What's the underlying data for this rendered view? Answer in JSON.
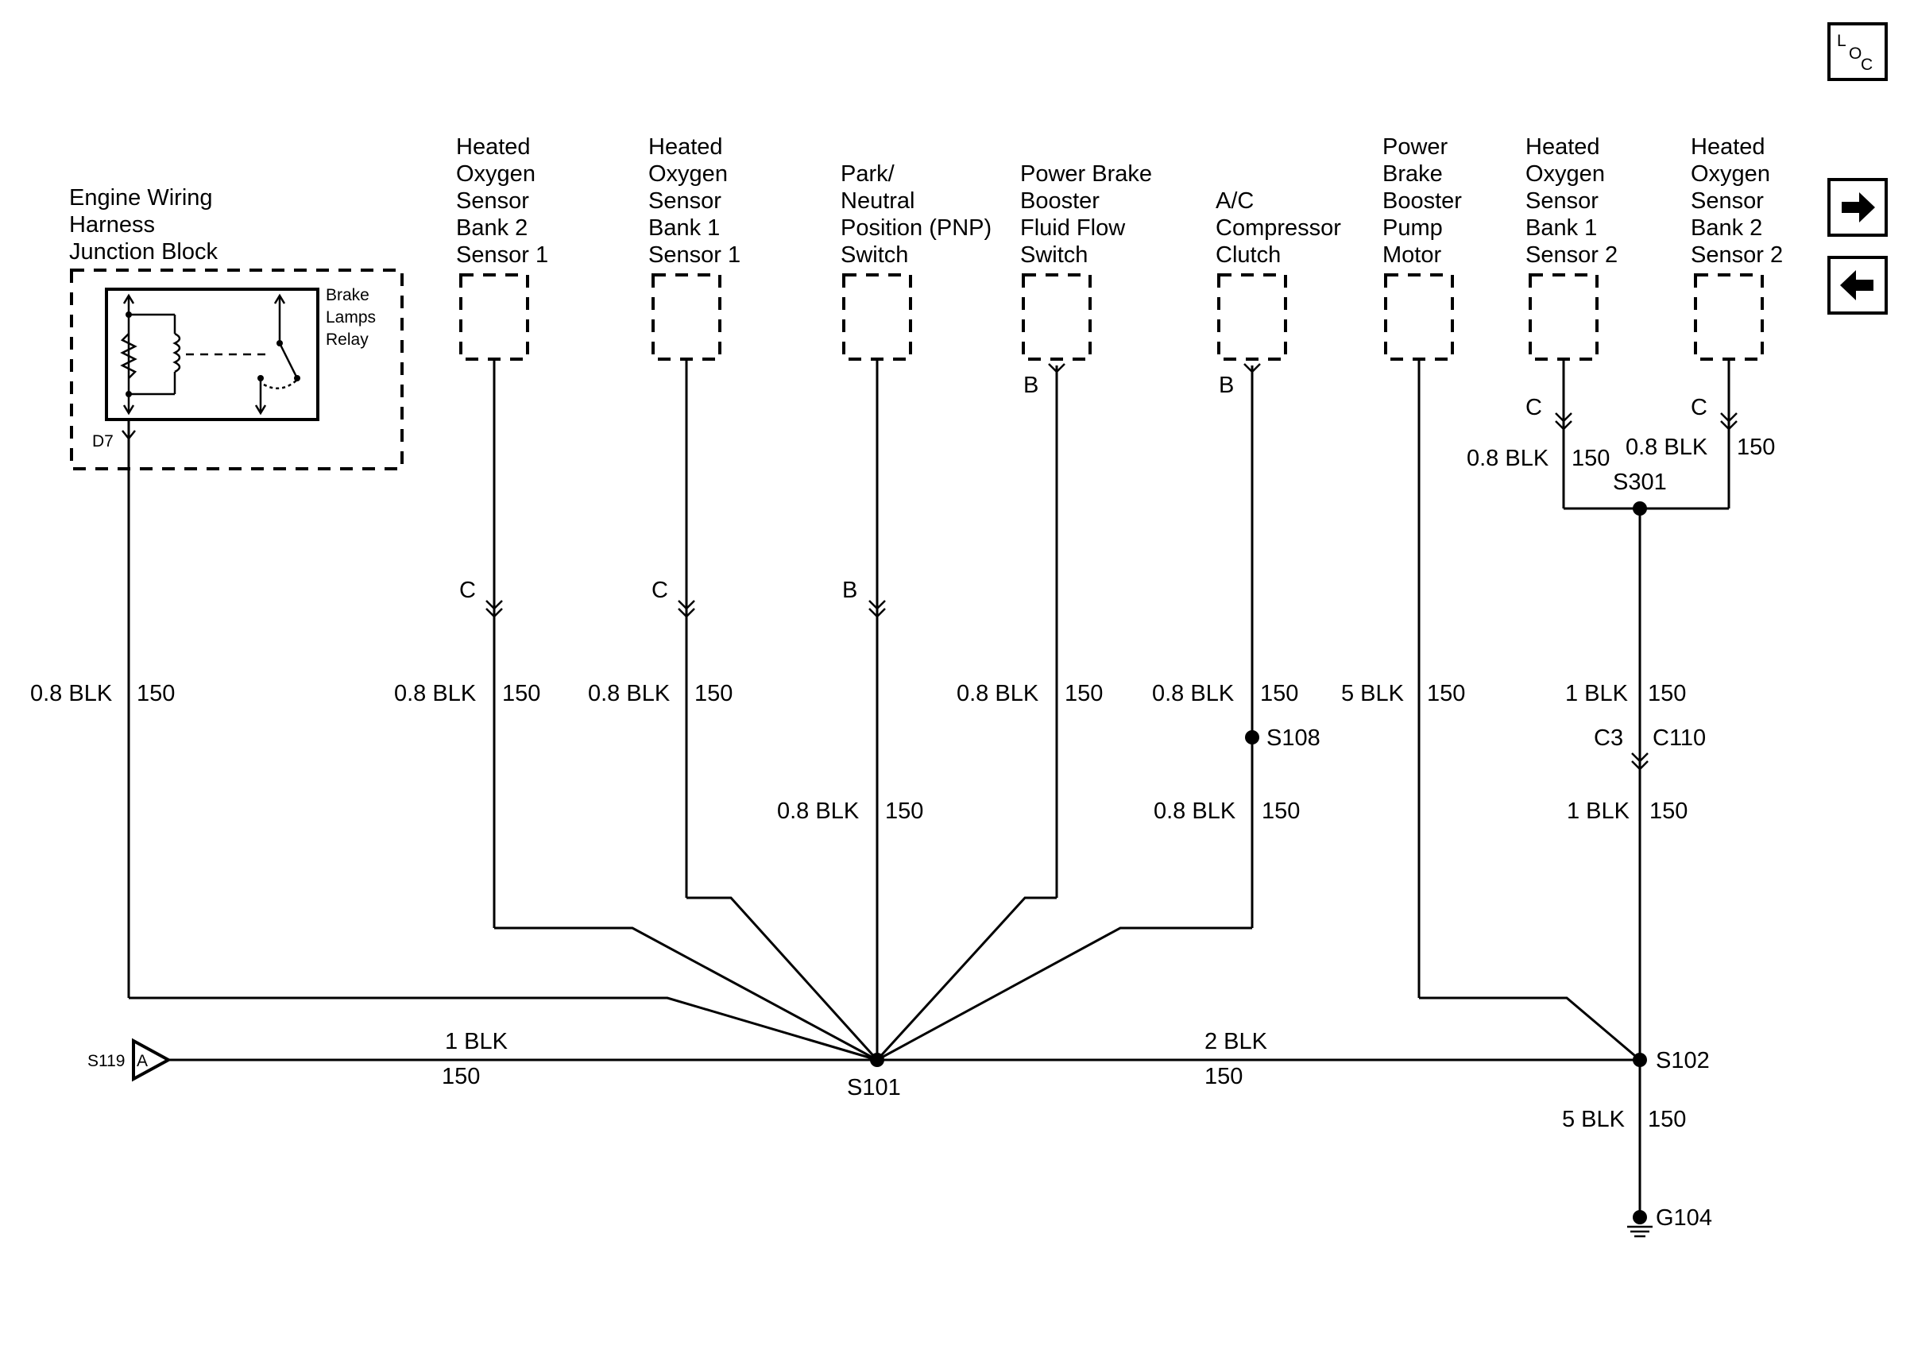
{
  "loc_icon": {
    "l": "L",
    "o": "O",
    "c": "C"
  },
  "nav": {
    "forward_icon": "arrow-right-icon",
    "back_icon": "arrow-left-icon"
  },
  "junction_block": {
    "title": [
      "Engine Wiring",
      "Harness",
      "Junction Block"
    ],
    "relay": [
      "Brake",
      "Lamps",
      "Relay"
    ],
    "pin": "D7",
    "wire": "0.8 BLK",
    "circuit": "150"
  },
  "components": [
    {
      "id": "ho2s-b2s1",
      "name": [
        "Heated",
        "Oxygen",
        "Sensor",
        "Bank 2",
        "Sensor 1"
      ],
      "connector": "C",
      "wire": "0.8 BLK",
      "circuit": "150"
    },
    {
      "id": "ho2s-b1s1",
      "name": [
        "Heated",
        "Oxygen",
        "Sensor",
        "Bank 1",
        "Sensor 1"
      ],
      "connector": "C",
      "wire": "0.8 BLK",
      "circuit": "150"
    },
    {
      "id": "pnp",
      "name": [
        "Park/",
        "Neutral",
        "Position (PNP)",
        "Switch"
      ],
      "connector": "B",
      "wire": "0.8 BLK",
      "circuit": "150"
    },
    {
      "id": "pbb-flow",
      "name": [
        "Power Brake",
        "Booster",
        "Fluid Flow",
        "Switch"
      ],
      "connector": "B",
      "wire": "0.8 BLK",
      "circuit": "150"
    },
    {
      "id": "ac-clutch",
      "name": [
        "A/C",
        "Compressor",
        "Clutch"
      ],
      "connector": "B",
      "wire": "0.8 BLK",
      "circuit": "150",
      "splice": "S108",
      "wire2": "0.8 BLK",
      "circuit2": "150"
    },
    {
      "id": "pbb-motor",
      "name": [
        "Power",
        "Brake",
        "Booster",
        "Pump",
        "Motor"
      ],
      "wire": "5 BLK",
      "circuit": "150"
    },
    {
      "id": "ho2s-b1s2",
      "name": [
        "Heated",
        "Oxygen",
        "Sensor",
        "Bank 1",
        "Sensor 2"
      ],
      "connector": "C",
      "wire": "0.8 BLK",
      "circuit": "150"
    },
    {
      "id": "ho2s-b2s2",
      "name": [
        "Heated",
        "Oxygen",
        "Sensor",
        "Bank 2",
        "Sensor 2"
      ],
      "connector": "C",
      "wire": "0.8 BLK",
      "circuit": "150"
    }
  ],
  "s301": {
    "label": "S301",
    "wire": "1 BLK",
    "circuit": "150",
    "connector_left": "C3",
    "connector_right": "C110",
    "wire2": "1 BLK",
    "circuit2": "150"
  },
  "bus": {
    "s119": "S119",
    "s119_pin": "A",
    "left_wire": "1 BLK",
    "left_circuit": "150",
    "s101": "S101",
    "right_wire": "2 BLK",
    "right_circuit": "150",
    "s102": "S102"
  },
  "ground": {
    "wire": "5 BLK",
    "circuit": "150",
    "label": "G104"
  }
}
